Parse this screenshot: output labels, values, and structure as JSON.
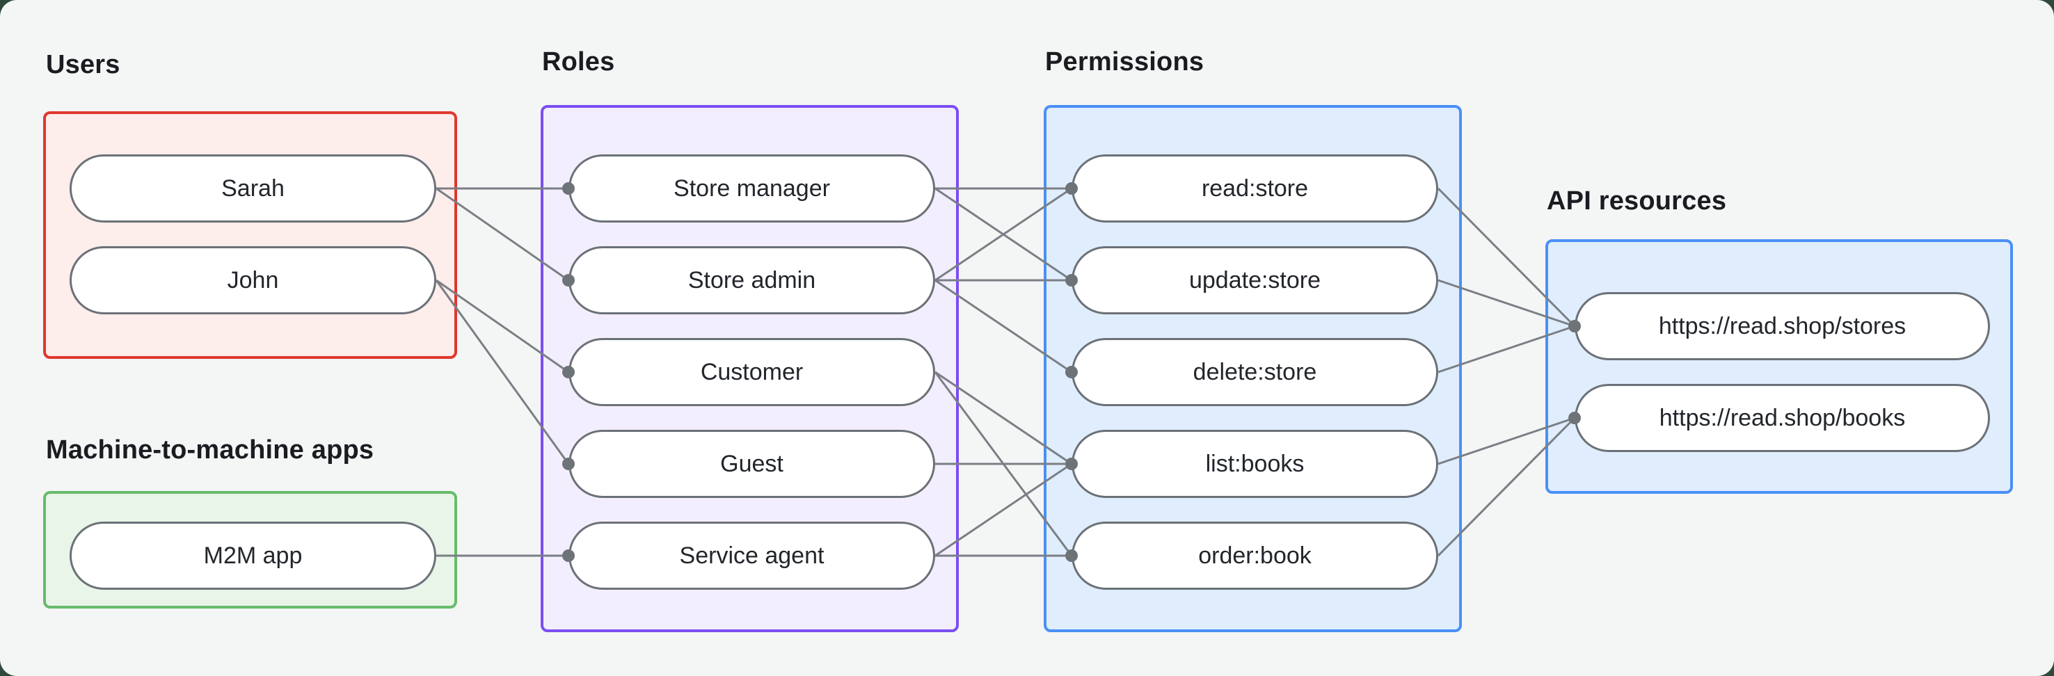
{
  "sections": {
    "users": {
      "label": "Users",
      "box_colors": {
        "border": "#e0372e",
        "fill": "#fdedeb"
      },
      "nodes": [
        {
          "id": "sarah",
          "label": "Sarah"
        },
        {
          "id": "john",
          "label": "John"
        }
      ]
    },
    "m2m": {
      "label": "Machine-to-machine apps",
      "box_colors": {
        "border": "#68bb6c",
        "fill": "#e9f5e9"
      },
      "nodes": [
        {
          "id": "m2m_app",
          "label": "M2M app"
        }
      ]
    },
    "roles": {
      "label": "Roles",
      "box_colors": {
        "border": "#7b4ef2",
        "fill": "#f3eefd"
      },
      "nodes": [
        {
          "id": "store_manager",
          "label": "Store manager"
        },
        {
          "id": "store_admin",
          "label": "Store admin"
        },
        {
          "id": "customer",
          "label": "Customer"
        },
        {
          "id": "guest",
          "label": "Guest"
        },
        {
          "id": "service_agent",
          "label": "Service agent"
        }
      ]
    },
    "permissions": {
      "label": "Permissions",
      "box_colors": {
        "border": "#4a90f7",
        "fill": "#e0edfc"
      },
      "nodes": [
        {
          "id": "read_store",
          "label": "read:store"
        },
        {
          "id": "update_store",
          "label": "update:store"
        },
        {
          "id": "delete_store",
          "label": "delete:store"
        },
        {
          "id": "list_books",
          "label": "list:books"
        },
        {
          "id": "order_book",
          "label": "order:book"
        }
      ]
    },
    "api_resources": {
      "label": "API resources",
      "box_colors": {
        "border": "#4a90f7",
        "fill": "#e0edfc"
      },
      "nodes": [
        {
          "id": "stores_api",
          "label": "https://read.shop/stores"
        },
        {
          "id": "books_api",
          "label": "https://read.shop/books"
        }
      ]
    }
  },
  "colors": {
    "edge": "#7a7f85",
    "dot": "#6e7378",
    "node_border": "#6b7177",
    "panel_bg": "#f4f6f5",
    "backdrop": "#2f4a3d"
  },
  "connections": [
    [
      "sarah",
      "store_manager"
    ],
    [
      "sarah",
      "store_admin"
    ],
    [
      "john",
      "customer"
    ],
    [
      "john",
      "guest"
    ],
    [
      "m2m_app",
      "service_agent"
    ],
    [
      "store_manager",
      "read_store"
    ],
    [
      "store_manager",
      "update_store"
    ],
    [
      "store_admin",
      "read_store"
    ],
    [
      "store_admin",
      "update_store"
    ],
    [
      "store_admin",
      "delete_store"
    ],
    [
      "customer",
      "list_books"
    ],
    [
      "customer",
      "order_book"
    ],
    [
      "guest",
      "list_books"
    ],
    [
      "service_agent",
      "list_books"
    ],
    [
      "service_agent",
      "order_book"
    ],
    [
      "read_store",
      "stores_api"
    ],
    [
      "update_store",
      "stores_api"
    ],
    [
      "delete_store",
      "stores_api"
    ],
    [
      "list_books",
      "books_api"
    ],
    [
      "order_book",
      "books_api"
    ]
  ]
}
